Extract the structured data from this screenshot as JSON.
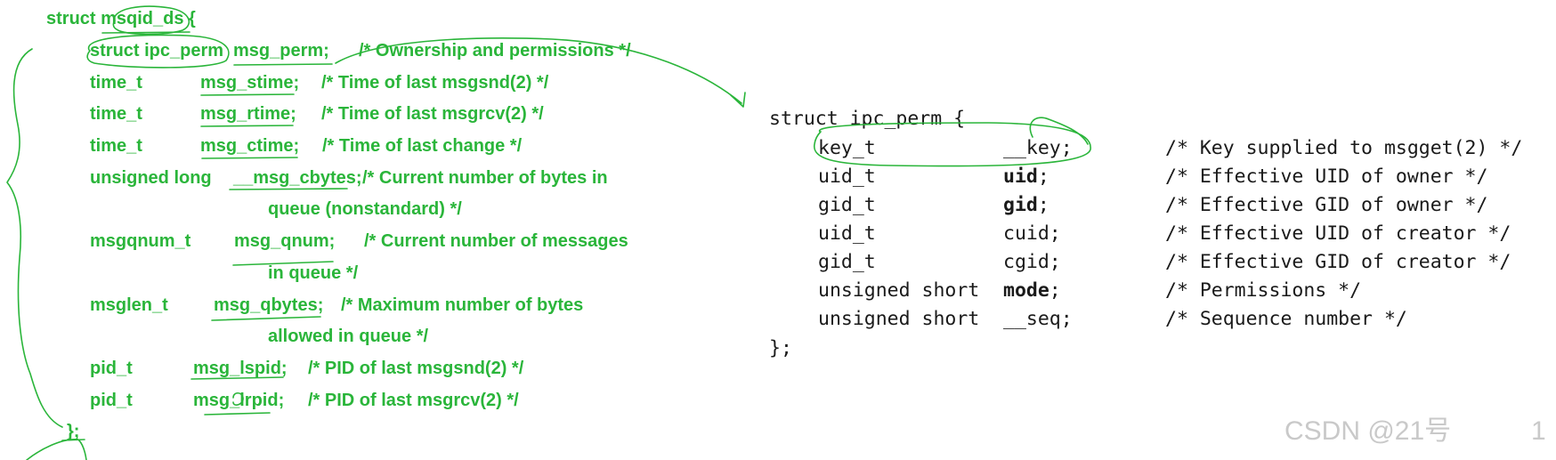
{
  "left_struct": {
    "header": "struct msqid_ds {",
    "fields": [
      {
        "type": "struct ipc_perm",
        "name": "msg_perm;",
        "comment": "/* Ownership and permissions */"
      },
      {
        "type": "time_t",
        "name": "msg_stime;",
        "comment": "/* Time of last msgsnd(2) */"
      },
      {
        "type": "time_t",
        "name": "msg_rtime;",
        "comment": "/* Time of last msgrcv(2) */"
      },
      {
        "type": "time_t",
        "name": "msg_ctime;",
        "comment": "/* Time of last change */"
      },
      {
        "type": "unsigned long",
        "name": "__msg_cbytes;",
        "comment": "/* Current number of bytes in",
        "comment_cont": "queue (nonstandard) */"
      },
      {
        "type": "msgqnum_t",
        "name": "msg_qnum;",
        "comment": "/* Current number of messages",
        "comment_cont": "in queue */"
      },
      {
        "type": "msglen_t",
        "name": "msg_qbytes;",
        "comment": "/* Maximum number of bytes",
        "comment_cont": "allowed in queue */"
      },
      {
        "type": "pid_t",
        "name": "msg_lspid;",
        "comment": "/* PID of last msgsnd(2) */"
      },
      {
        "type": "pid_t",
        "name": "msg_lrpid;",
        "comment": "/* PID of last msgrcv(2) */"
      }
    ],
    "footer": "};"
  },
  "right_struct": {
    "header": "struct ipc_perm {",
    "fields": [
      {
        "type": "key_t",
        "name": "__key",
        "punct": ";",
        "comment": "/* Key supplied to msgget(2) */"
      },
      {
        "type": "uid_t",
        "name": "uid",
        "punct": ";",
        "comment": "/* Effective UID of owner */"
      },
      {
        "type": "gid_t",
        "name": "gid",
        "punct": ";",
        "comment": "/* Effective GID of owner */"
      },
      {
        "type": "uid_t",
        "name": "cuid",
        "punct": ";",
        "comment": "/* Effective UID of creator */"
      },
      {
        "type": "gid_t",
        "name": "cgid",
        "punct": ";",
        "comment": "/* Effective GID of creator */"
      },
      {
        "type": "unsigned short",
        "name": "mode",
        "punct": ";",
        "comment": "/* Permissions */"
      },
      {
        "type": "unsigned short",
        "name": "__seq",
        "punct": ";",
        "comment": "/* Sequence number */"
      }
    ],
    "footer": "};"
  },
  "watermark": "CSDN @21号",
  "edge_digit": "1",
  "ink_color": "#2ab53a"
}
